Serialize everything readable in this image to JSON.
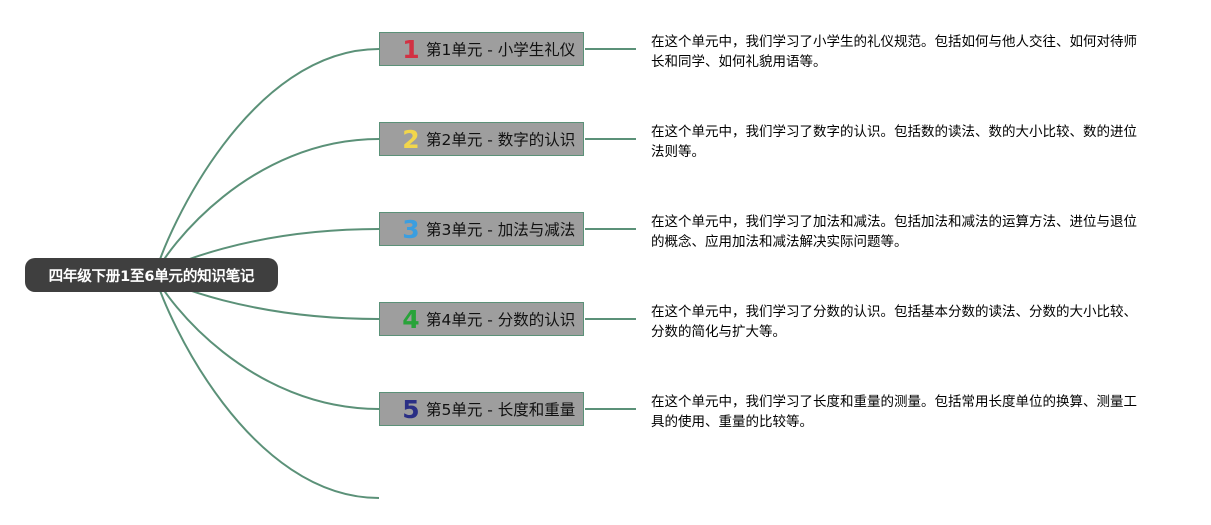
{
  "root": {
    "title": "四年级下册1至6单元的知识笔记"
  },
  "colors": {
    "connector": "#5b9178",
    "root_bg": "#3f3f3f",
    "topic_bg": "#9e9e9e",
    "topic_border": "#5b9178"
  },
  "units": [
    {
      "number": "1",
      "number_color": "#d23143",
      "label": "第1单元 - 小学生礼仪",
      "description": "在这个单元中，我们学习了小学生的礼仪规范。包括如何与他人交往、如何对待师长和同学、如何礼貌用语等。"
    },
    {
      "number": "2",
      "number_color": "#f2d64b",
      "label": "第2单元 - 数字的认识",
      "description": "在这个单元中，我们学习了数字的认识。包括数的读法、数的大小比较、数的进位法则等。"
    },
    {
      "number": "3",
      "number_color": "#3b9ee0",
      "label": "第3单元 - 加法与减法",
      "description": "在这个单元中，我们学习了加法和减法。包括加法和减法的运算方法、进位与退位的概念、应用加法和减法解决实际问题等。"
    },
    {
      "number": "4",
      "number_color": "#29a33a",
      "label": "第4单元 - 分数的认识",
      "description": "在这个单元中，我们学习了分数的认识。包括基本分数的读法、分数的大小比较、分数的简化与扩大等。"
    },
    {
      "number": "5",
      "number_color": "#2a2f85",
      "label": "第5单元 - 长度和重量",
      "description": "在这个单元中，我们学习了长度和重量的测量。包括常用长度单位的换算、测量工具的使用、重量的比较等。"
    }
  ]
}
